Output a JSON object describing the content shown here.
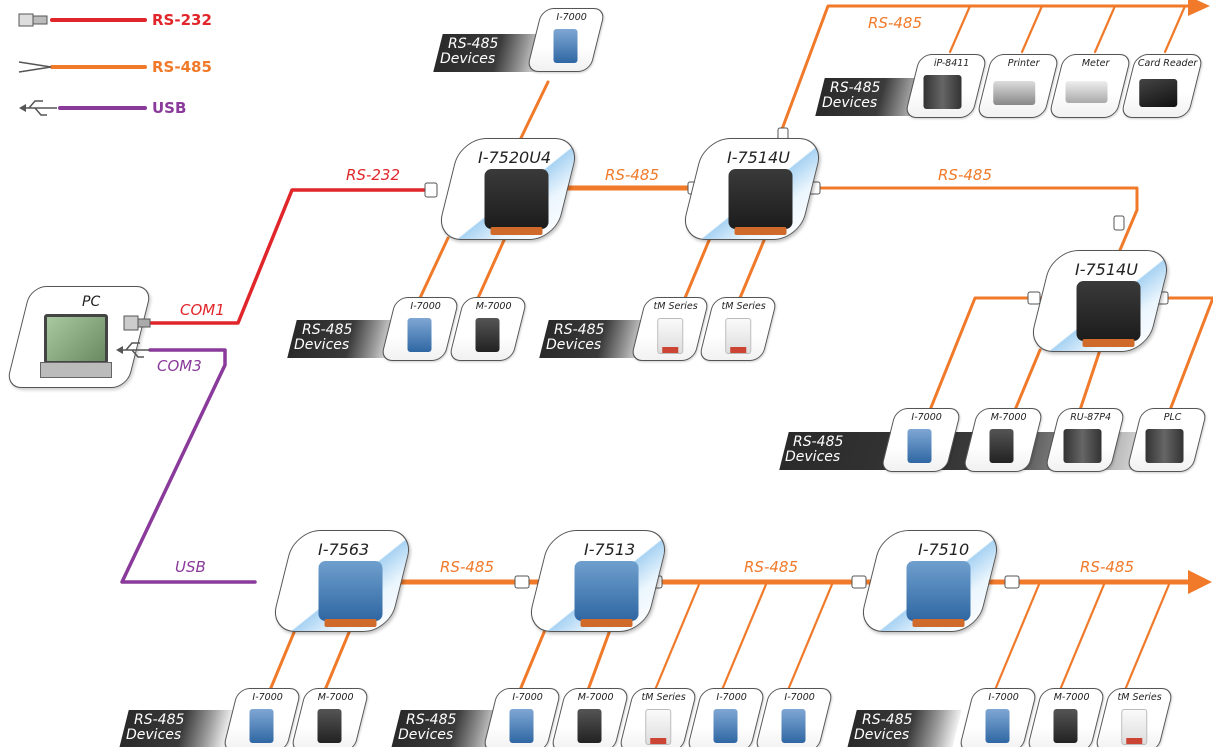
{
  "legend": {
    "rs232": {
      "label": "RS-232",
      "color": "#e0262a"
    },
    "rs485": {
      "label": "RS-485",
      "color": "#f07a2a"
    },
    "usb": {
      "label": "USB",
      "color": "#8a3a9a"
    }
  },
  "pc": {
    "label": "PC",
    "com1": "COM1",
    "com3": "COM3"
  },
  "links": {
    "rs232_label": "RS-232",
    "usb_label": "USB",
    "rs485_label": "RS-485"
  },
  "converters": {
    "u4": "I-7520U4",
    "u1": "I-7514U",
    "u2": "I-7514U",
    "c1": "I-7563",
    "c2": "I-7513",
    "c3": "I-7510"
  },
  "banner_text": {
    "line1": "RS-485",
    "line2": "Devices"
  },
  "devices": {
    "top_i7000": "I-7000",
    "d1": "I-7000",
    "d2": "M-7000",
    "d3": "tM Series",
    "d4": "tM Series",
    "ip8411": "iP-8411",
    "printer": "Printer",
    "meter": "Meter",
    "reader": "Card Reader",
    "r1": "I-7000",
    "r2": "M-7000",
    "r3": "RU-87P4",
    "r4": "PLC",
    "b1": "I-7000",
    "b2": "M-7000",
    "b3": "I-7000",
    "b4": "M-7000",
    "b5": "tM Series",
    "b6": "I-7000",
    "b7": "I-7000",
    "b8": "I-7000",
    "b9": "M-7000",
    "b10": "tM Series"
  },
  "icons": [
    "db9-connector-icon",
    "wire-clip-icon",
    "usb-icon",
    "arrow-right-icon"
  ]
}
